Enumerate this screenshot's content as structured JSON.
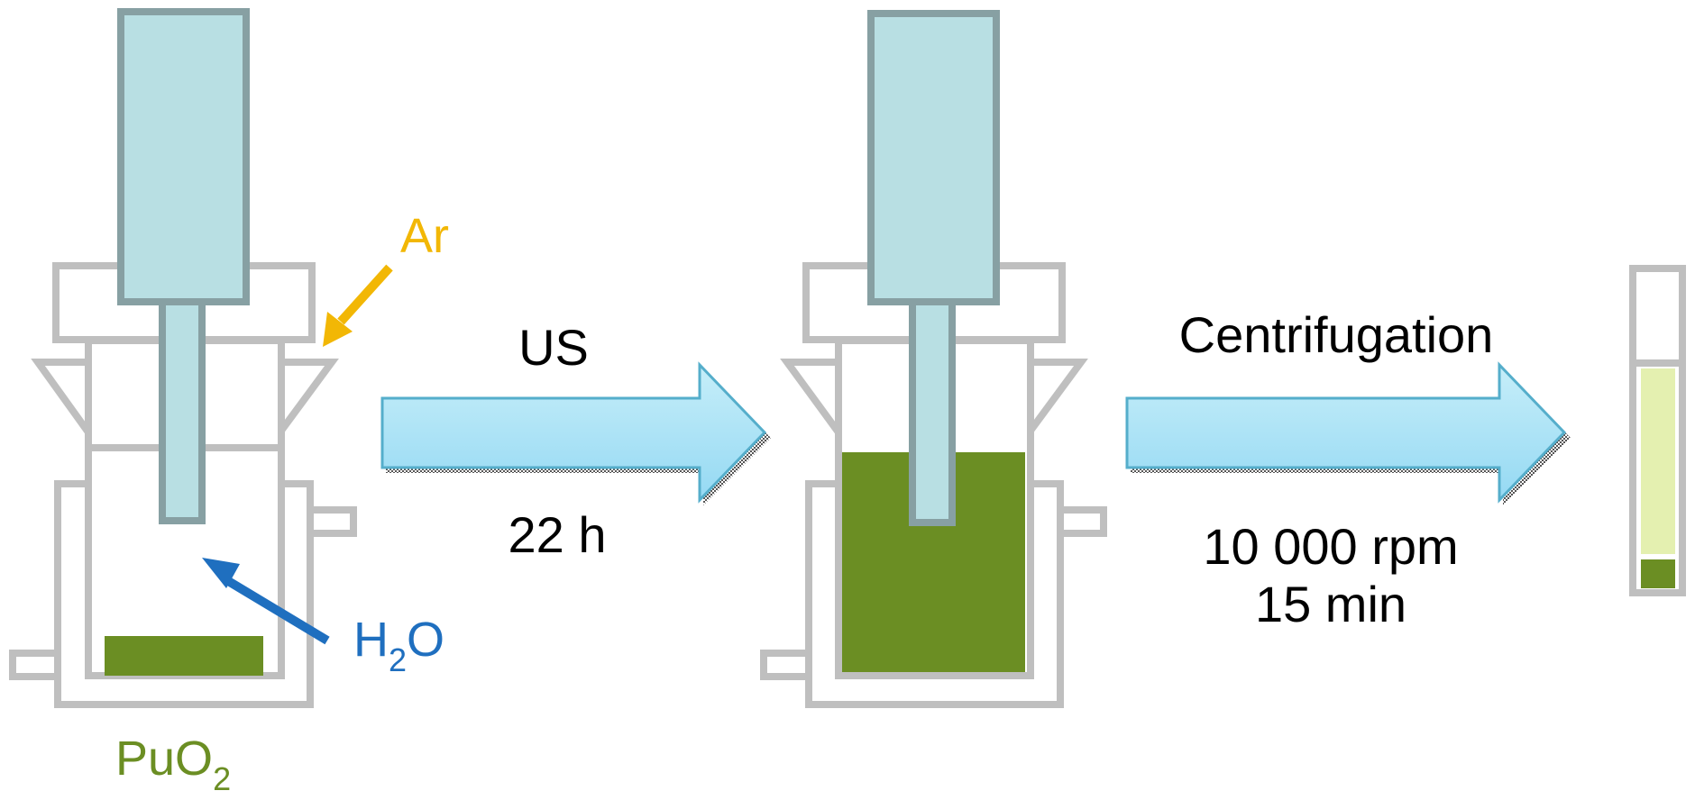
{
  "colors": {
    "frame": "#bfbfbf",
    "probe_fill": "#b8dfe3",
    "probe_stroke": "#87a0a3",
    "sample": "#6b8e23",
    "supernatant": "#e4f0b0",
    "arrow_start": "#c6eef9",
    "arrow_end": "#95d9f3",
    "arrow_stroke": "#55aecb",
    "argon": "#f2b705",
    "water": "#1f6fbf",
    "text": "#000000"
  },
  "labels": {
    "argon": "Ar",
    "water_main": "H",
    "water_sub": "2",
    "water_tail": "O",
    "oxide_main": "PuO",
    "oxide_sub": "2",
    "step1_top": "US",
    "step1_bottom": "22 h",
    "step2_top": "Centrifugation",
    "step2_bottom_line1": "10 000 rpm",
    "step2_bottom_line2": "15 min"
  }
}
